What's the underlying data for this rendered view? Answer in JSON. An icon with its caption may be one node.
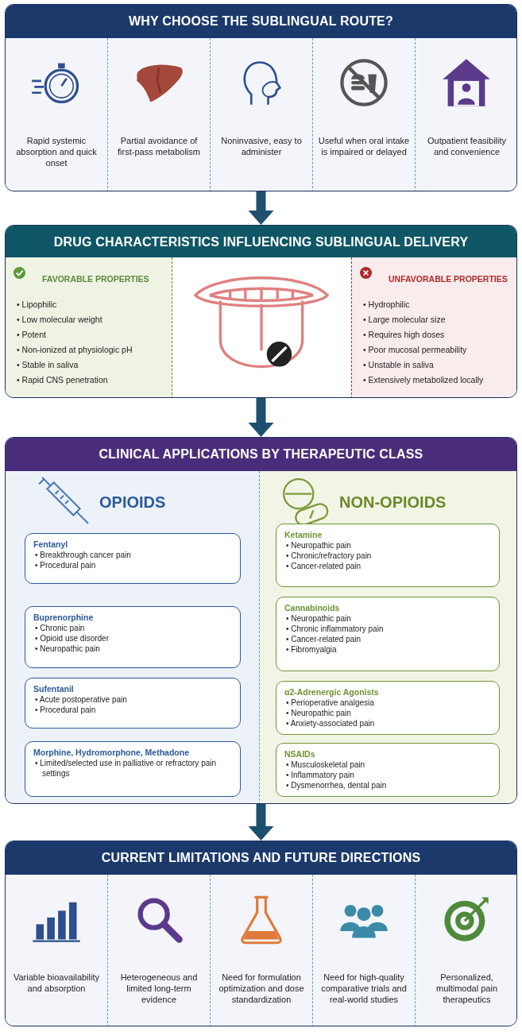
{
  "diagram": {
    "nodes": [
      {
        "text": [
          "WHY CHOOSE THE SUBLINGUAL ROUTE?"
        ]
      },
      {
        "text": [
          "Rapid systemic absorption and quick onset"
        ],
        "in": 0
      },
      {
        "text": [
          "Partial avoidance of first-pass metabolism"
        ],
        "in": 0
      },
      {
        "text": [
          "Noninvasive, easy to administer"
        ],
        "in": 0
      },
      {
        "text": [
          "Useful when oral intake is impaired or delayed"
        ],
        "in": 0
      },
      {
        "text": [
          "Outpatient feasibility and convenience"
        ],
        "in": 0
      },
      {
        "text": [
          "DRUG CHARACTERISTICS INFLUENCING SUBLINGUAL DELIVERY"
        ]
      },
      {
        "text": [
          "FAVORABLE PROPERTIES",
          "• Lipophilic",
          "• Low molecular weight",
          "• Potent",
          "• Non-ionized at physiologic pH",
          "• Stable in saliva",
          "• Rapid CNS penetration"
        ],
        "in": 6
      },
      {
        "text": [],
        "shape": "picture",
        "in": 6
      },
      {
        "text": [
          "UNFAVORABLE PROPERTIES",
          "• Hydrophilic",
          "• Large molecular size",
          "• Requires high doses",
          "• Poor mucosal permeability",
          "• Unstable in saliva",
          "• Extensively metabolized locally"
        ],
        "in": 6
      },
      {
        "text": [
          "CLINICAL APPLICATIONS BY THERAPEUTIC CLASS"
        ]
      },
      {
        "text": [
          "OPIOIDS"
        ],
        "in": 10
      },
      {
        "text": [
          "Fentanyl",
          "• Breakthrough cancer pain",
          "• Procedural pain"
        ],
        "in": 11
      },
      {
        "text": [
          "Buprenorphine",
          "• Chronic pain",
          "• Opioid use disorder",
          "• Neuropathic pain"
        ],
        "in": 11
      },
      {
        "text": [
          "Sufentanil",
          "• Acute postoperative pain",
          "• Procedural pain"
        ],
        "in": 11
      },
      {
        "text": [
          "Morphine, Hydromorphone, Methadone",
          "• Limited/selected use in palliative or refractory pain settings"
        ],
        "in": 11
      },
      {
        "text": [
          "NON-OPIOIDS"
        ],
        "in": 10
      },
      {
        "text": [
          "Ketamine",
          "• Neuropathic pain",
          "• Chronic/refractory pain",
          "• Cancer-related pain"
        ],
        "in": 16
      },
      {
        "text": [
          "Cannabinoids",
          "• Neuropathic pain",
          "• Chronic inflammatory pain",
          "• Cancer-related pain",
          "• Fibromyalgia"
        ],
        "in": 16
      },
      {
        "text": [
          "α2-Adrenergic Agonists",
          "• Perioperative analgesia",
          "• Neuropathic pain",
          "• Anxiety-associated pain"
        ],
        "in": 16
      },
      {
        "text": [
          "NSAIDs",
          "• Musculoskeletal pain",
          "• Inflammatory pain",
          "• Dysmenorrhea, dental pain"
        ],
        "in": 16
      },
      {
        "text": [
          "CURRENT LIMITATIONS AND FUTURE DIRECTIONS"
        ]
      },
      {
        "text": [
          "Variable bioavailability and absorption"
        ],
        "in": 21
      },
      {
        "text": [
          "Heterogeneous and limited long-term evidence"
        ],
        "in": 21
      },
      {
        "text": [
          "Need for formulation optimization and dose standardization"
        ],
        "in": 21
      },
      {
        "text": [
          "Need for high-quality comparative trials and real-world studies"
        ],
        "in": 21
      },
      {
        "text": [
          "Personalized, multimodal pain therapeutics"
        ],
        "in": 21
      }
    ],
    "edges": [
      {
        "from": 0,
        "to": 6,
        "arrow": "to"
      },
      {
        "from": 6,
        "to": 10,
        "arrow": "to"
      },
      {
        "from": 10,
        "to": 21,
        "arrow": "to"
      }
    ]
  }
}
